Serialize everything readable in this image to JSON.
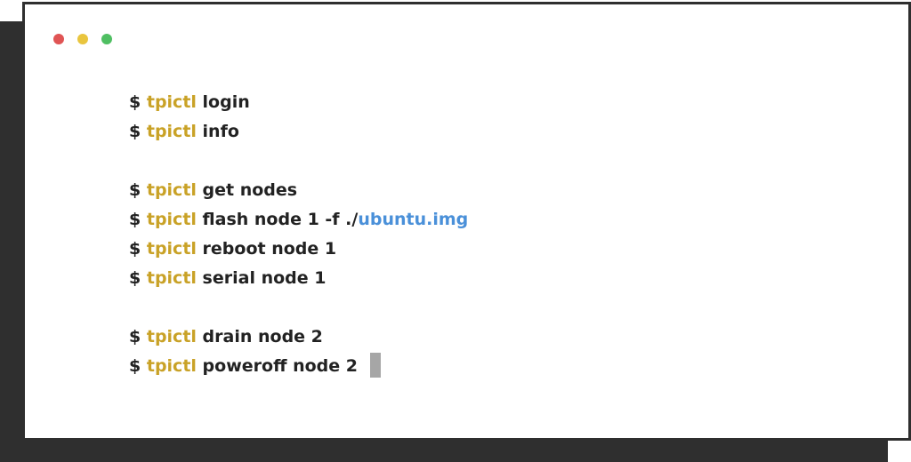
{
  "window": {
    "controls": [
      "close-dot",
      "minimize-dot",
      "maximize-dot"
    ]
  },
  "terminal": {
    "prompt": "$",
    "command": "tpictl",
    "lines": [
      {
        "args": "login"
      },
      {
        "args": "info"
      },
      {
        "args": "get nodes"
      },
      {
        "args": "flash node 1 -f ./",
        "path": "ubuntu.img"
      },
      {
        "args": "reboot node 1"
      },
      {
        "args": "serial node 1"
      },
      {
        "args": "drain node 2"
      },
      {
        "args": "poweroff node 2"
      }
    ]
  },
  "colors": {
    "command": "#c9a227",
    "path": "#4a90d9",
    "text": "#222222",
    "cursor": "#a6a6a6"
  }
}
